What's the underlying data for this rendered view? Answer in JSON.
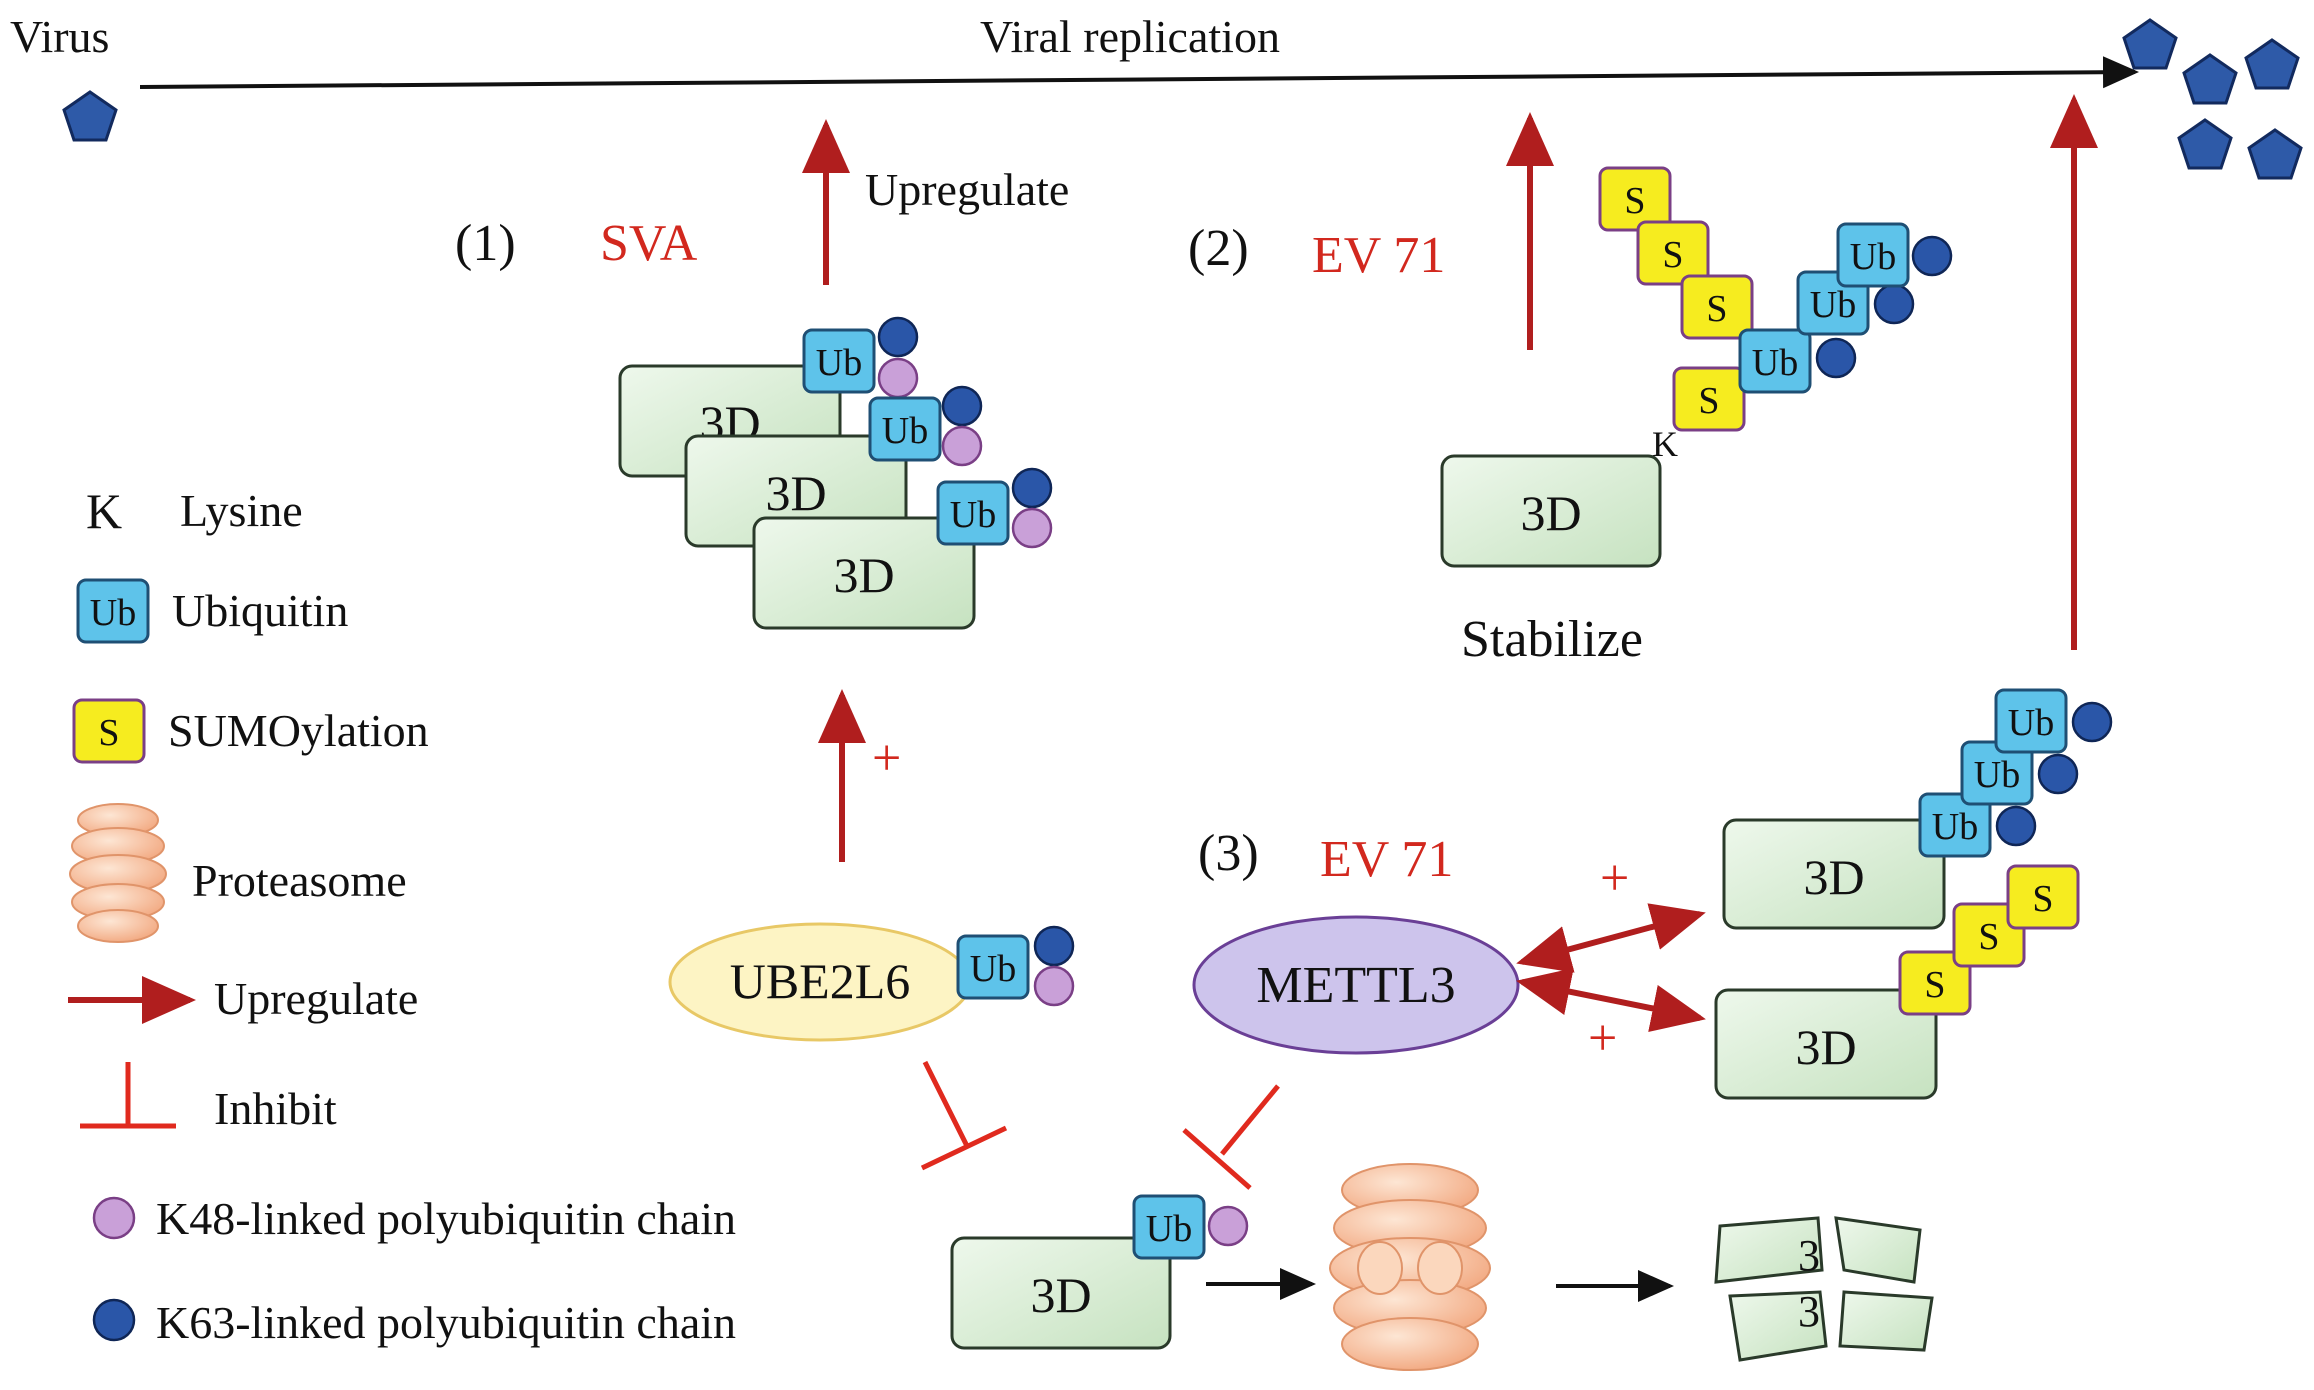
{
  "colors": {
    "red_text": "#d2281e",
    "arrow_red": "#b01e1e",
    "ubiquitin": "#5ec3ea",
    "sumo": "#f6ec1f",
    "k48": "#c9a0d8",
    "k63": "#2a56a8",
    "box_green": "#d7ecd2",
    "ube2l6_fill": "#fdf4c4",
    "mettl3_fill": "#cdc4ec",
    "proteasome": "#f7c6a4",
    "virus": "#2e5aa8"
  },
  "top": {
    "virus_label": "Virus",
    "replication_label": "Viral replication"
  },
  "panel1": {
    "number": "(1)",
    "virus": "SVA",
    "upregulate": "Upregulate",
    "plus": "+",
    "enzyme": "UBE2L6"
  },
  "panel2": {
    "number": "(2)",
    "virus": "EV 71",
    "lysine": "K",
    "stabilize": "Stabilize"
  },
  "panel3": {
    "number": "(3)",
    "virus": "EV 71",
    "enzyme": "METTL3",
    "plus_top": "+",
    "plus_bottom": "+"
  },
  "common": {
    "protein": "3D",
    "ub": "Ub",
    "sumo": "S",
    "broken_top": "3",
    "broken_bottom": "3"
  },
  "legend": {
    "lysine_symbol": "K",
    "lysine": "Lysine",
    "ubiquitin_symbol": "Ub",
    "ubiquitin": "Ubiquitin",
    "sumo_symbol": "S",
    "sumo": "SUMOylation",
    "proteasome": "Proteasome",
    "upregulate": "Upregulate",
    "inhibit": "Inhibit",
    "k48": "K48-linked polyubiquitin chain",
    "k63": "K63-linked polyubiquitin chain"
  }
}
